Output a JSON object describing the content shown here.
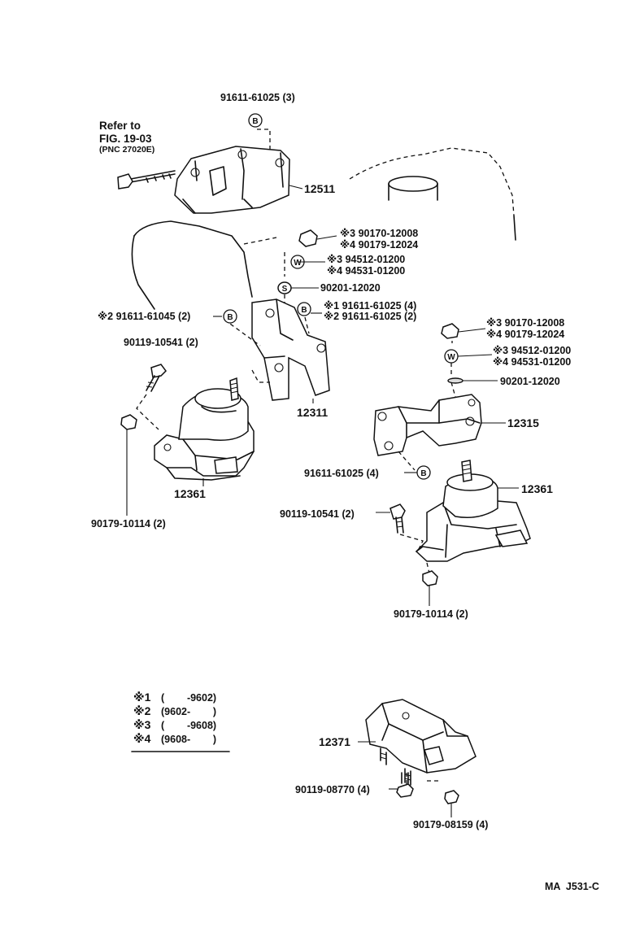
{
  "refer": {
    "line1": "Refer  to",
    "line2": "FIG. 19-03",
    "line3": "(PNC  27020E)"
  },
  "symbols": {
    "b": "B",
    "w": "W",
    "s": "S"
  },
  "labels": {
    "l1": "91611-61025 (3)",
    "l2": "12511",
    "l3": "※3 90170-12008",
    "l4": "※4 90179-12024",
    "l5": "※3 94512-01200",
    "l6": "※4 94531-01200",
    "l7": "90201-12020",
    "l8": "※1 91611-61025 (4)",
    "l9": "※2 91611-61025 (2)",
    "l10": "※2 91611-61045 (2)",
    "l11": "90119-10541 (2)",
    "l12": "12311",
    "l13": "※3 90170-12008",
    "l14": "※4 90179-12024",
    "l15": "※3 94512-01200",
    "l16": "※4 94531-01200",
    "l17": "90201-12020",
    "l18": "12315",
    "l19": "12361",
    "l20": "90179-10114 (2)",
    "l21": "91611-61025 (4)",
    "l22": "12361",
    "l23": "90119-10541 (2)",
    "l24": "90179-10114 (2)",
    "l25": "12371",
    "l26": "90119-08770 (4)",
    "l27": "90179-08159 (4)"
  },
  "legend": [
    {
      "mark": "※1",
      "range": "(        -9602)"
    },
    {
      "mark": "※2",
      "range": "(9602-        )"
    },
    {
      "mark": "※3",
      "range": "(        -9608)"
    },
    {
      "mark": "※4",
      "range": "(9608-        )"
    }
  ],
  "figure_code": "MA  J531-C"
}
